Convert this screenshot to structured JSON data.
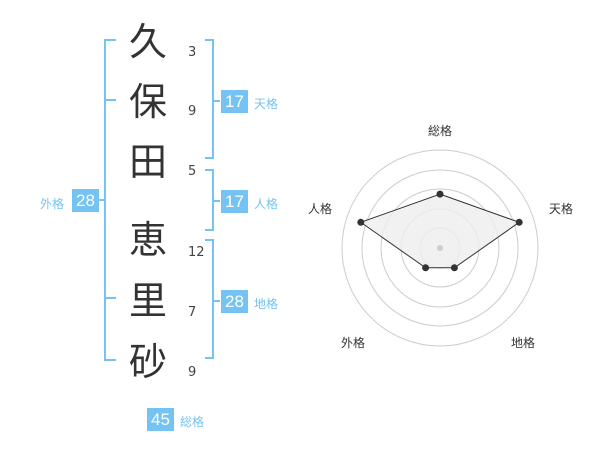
{
  "name": {
    "chars": [
      {
        "char": "久",
        "strokes": "3"
      },
      {
        "char": "保",
        "strokes": "9"
      },
      {
        "char": "田",
        "strokes": "5"
      },
      {
        "char": "恵",
        "strokes": "12"
      },
      {
        "char": "里",
        "strokes": "7"
      },
      {
        "char": "砂",
        "strokes": "9"
      }
    ]
  },
  "scores": {
    "tenkaku": {
      "value": "17",
      "label": "天格"
    },
    "jinkaku": {
      "value": "17",
      "label": "人格"
    },
    "chikaku": {
      "value": "28",
      "label": "地格"
    },
    "gaikaku": {
      "value": "28",
      "label": "外格"
    },
    "soukaku": {
      "value": "45",
      "label": "総格"
    }
  },
  "radar": {
    "axes": [
      "総格",
      "天格",
      "地格",
      "外格",
      "人格"
    ],
    "relative_levels": [
      0.55,
      0.85,
      0.25,
      0.25,
      0.85
    ],
    "line_color": "#333333",
    "fill_color": "#eeeeee",
    "ring_color": "#cccccc"
  },
  "colors": {
    "accent": "#74c3f2",
    "bracket": "#74c3f2"
  }
}
